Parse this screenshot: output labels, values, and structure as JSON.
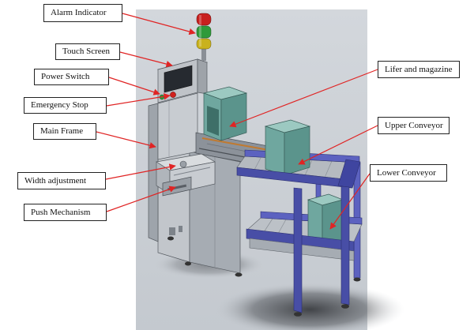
{
  "labels": {
    "alarm_indicator": "Alarm Indicator",
    "touch_screen": "Touch Screen",
    "power_switch": "Power Switch",
    "emergency_stop": "Emergency Stop",
    "main_frame": "Main Frame",
    "width_adjustment": "Width adjustment",
    "push_mechanism": "Push Mechanism",
    "lifter_and_magazine": "Lifer and magazine",
    "upper_conveyor": "Upper Conveyor",
    "lower_conveyor": "Lower Conveyor"
  },
  "colors": {
    "arrow": "#e02424",
    "conveyor_frame": "#4a50aa",
    "magazine": "#6fa79f",
    "signal_red": "#c8201f",
    "signal_green": "#2f9a3a",
    "signal_yellow": "#c9b21d"
  }
}
